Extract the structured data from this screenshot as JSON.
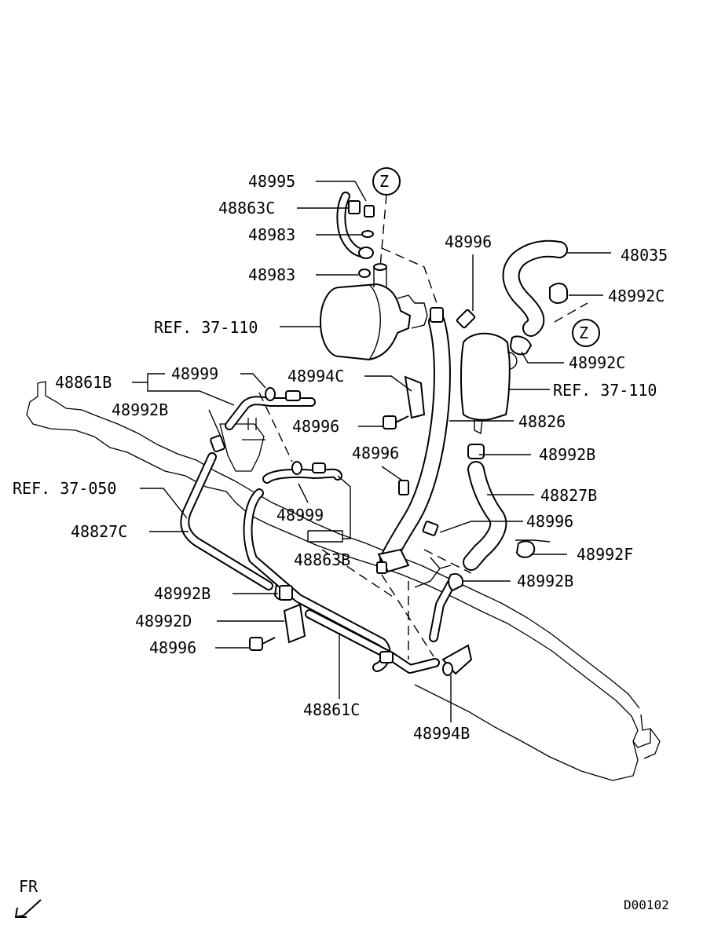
{
  "diagram": {
    "labels": {
      "p48995": "48995",
      "p48863C": "48863C",
      "p48983_a": "48983",
      "p48983_b": "48983",
      "ref_37_110_pump": "REF. 37-110",
      "p48861B": "48861B",
      "p48999_a": "48999",
      "p48992B_a": "48992B",
      "ref_37_050": "REF. 37-050",
      "p48827C": "48827C",
      "p48992B_b": "48992B",
      "p48992D": "48992D",
      "p48996_a": "48996",
      "p48861C": "48861C",
      "p48999_b": "48999",
      "p48863B": "48863B",
      "p48994C": "48994C",
      "p48996_b": "48996",
      "p48996_c": "48996",
      "p48996_top": "48996",
      "p48035": "48035",
      "p48992C_a": "48992C",
      "p48992C_b": "48992C",
      "ref_37_110_tank": "REF. 37-110",
      "p48826": "48826",
      "p48992B_c": "48992B",
      "p48827B": "48827B",
      "p48996_d": "48996",
      "p48992F": "48992F",
      "p48992B_d": "48992B",
      "p48994B": "48994B",
      "callout_z": "Z",
      "fr": "FR",
      "drawing_code": "D00102"
    }
  }
}
